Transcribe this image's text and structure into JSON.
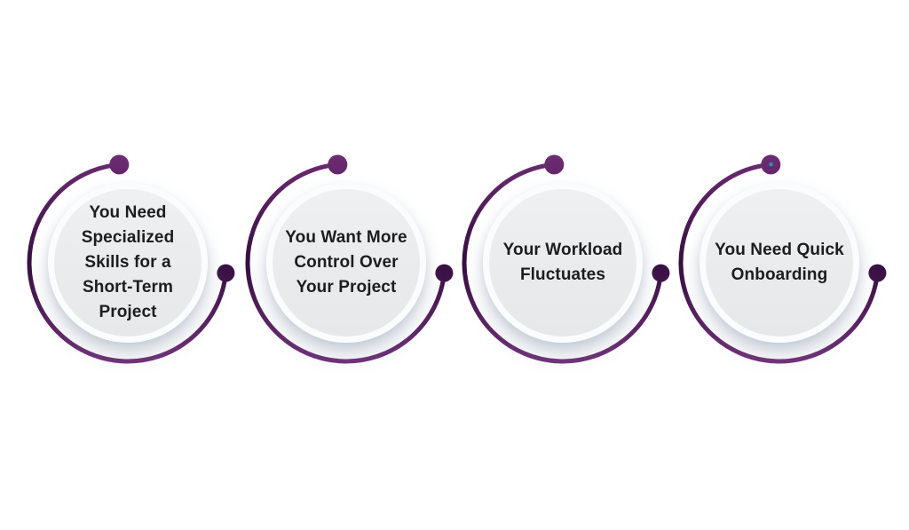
{
  "theme": {
    "background": "#FFFFFF",
    "arc_gradient_top": "#6C2B72",
    "arc_gradient_middle": "#360F40",
    "arc_gradient_bottom": "#73307A",
    "circle_fill": "#EAEBED",
    "circle_rim": "#FBFCFE",
    "title_color": "#1D1D1F",
    "speck_color": "#2E8FA4"
  },
  "diagram": {
    "items": [
      {
        "text": "You Need Specialized Skills for a Short-Term Project",
        "lines": [
          "You Need",
          "Specialized",
          "Skills for a",
          "Short-Term",
          "Project"
        ]
      },
      {
        "text": "You Want More Control Over Your Project",
        "lines": [
          "You Want More",
          "Control Over",
          "Your Project"
        ]
      },
      {
        "text": "Your Workload Fluctuates",
        "lines": [
          "Your Workload",
          "Fluctuates"
        ]
      },
      {
        "text": "You Need Quick Onboarding",
        "lines": [
          "You Need Quick",
          "Onboarding"
        ]
      }
    ]
  }
}
